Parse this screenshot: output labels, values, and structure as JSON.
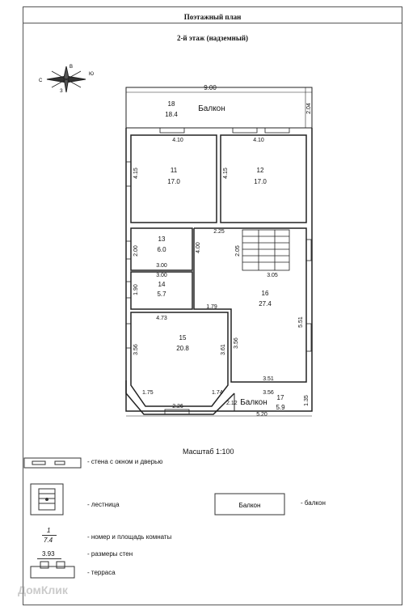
{
  "header": {
    "title": "Поэтажный план",
    "subtitle": "2-й этаж (надземный)"
  },
  "compass": {
    "n": "С",
    "s": "Ю",
    "e": "В",
    "w": "З"
  },
  "plan": {
    "top_width": "9.00",
    "balcony_depth": "2.04",
    "rooms": [
      {
        "id": "room-18",
        "number": "18",
        "area": "18.4",
        "name": "Балкон"
      },
      {
        "id": "room-11",
        "number": "11",
        "area": "17.0"
      },
      {
        "id": "room-12",
        "number": "12",
        "area": "17.0"
      },
      {
        "id": "room-13",
        "number": "13",
        "area": "6.0"
      },
      {
        "id": "room-14",
        "number": "14",
        "area": "5.7"
      },
      {
        "id": "room-15",
        "number": "15",
        "area": "20.8"
      },
      {
        "id": "room-16",
        "number": "16",
        "area": "27.4"
      },
      {
        "id": "room-17",
        "number": "17",
        "area": "5.9",
        "name": "Балкон"
      }
    ],
    "dims": {
      "r11_w": "4.10",
      "r11_h": "4.15",
      "r12_w": "4.10",
      "r12_h": "4.15",
      "corr_w": "2.25",
      "r13_h": "2.00",
      "r13_w": "3.00",
      "r14_w": "3.00",
      "r14_h": "1.90",
      "corr_h": "4.00",
      "stair_h": "2.05",
      "stair_w": "3.05",
      "r15_w": "4.73",
      "r15_h": "3.56",
      "r15_h2": "3.61",
      "r15_d1": "1.75",
      "r15_b": "2.26",
      "r15_d2": "1.74",
      "notch": "1.79",
      "r16_h": "3.56",
      "r16_r": "5.51",
      "r16_b": "3.51",
      "r17_w": "3.56",
      "r17_d": "2.12",
      "r17_h": "1.35",
      "total_b": "5.20"
    }
  },
  "scale": "Масштаб 1:100",
  "legend": {
    "wall": "- стена с окном и дверью",
    "stair": "- лестница",
    "room_num": "1",
    "room_area": "7.4",
    "room_desc": "- номер и площадь комнаты",
    "wall_size_sample": "3.93",
    "wall_size_desc": "- размеры стен",
    "terrace": "- терраса",
    "balcony_sample": "Балкон",
    "balcony_desc": "- балкон"
  },
  "watermark": "ДомКлик"
}
